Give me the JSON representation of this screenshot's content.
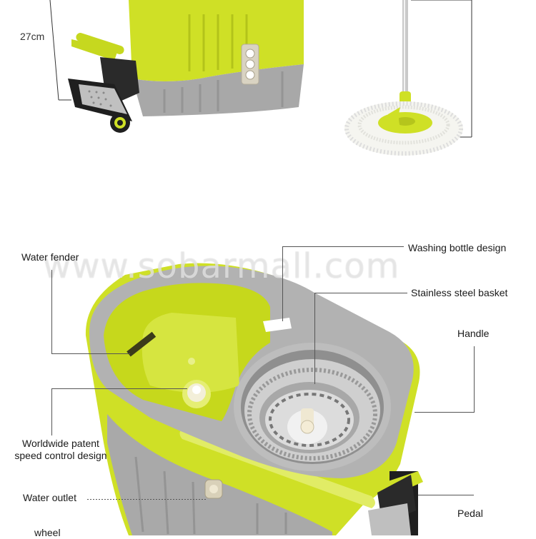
{
  "dimension_label": "27cm",
  "watermark": "www.sobarmall.com",
  "callouts": {
    "water_fender": "Water fender",
    "washing_bottle": "Washing bottle design",
    "stainless_basket": "Stainless steel basket",
    "handle": "Handle",
    "speed_control": "Worldwide patent\nspeed control design",
    "water_outlet": "Water outlet",
    "pedal": "Pedal",
    "wheel": "wheel"
  },
  "colors": {
    "lime": "#c9dc1e",
    "lime_light": "#dbe85a",
    "gray": "#a9a9a9",
    "gray_dark": "#8e8e8e",
    "steel": "#b8b8b8",
    "black": "#1e1e1e"
  }
}
